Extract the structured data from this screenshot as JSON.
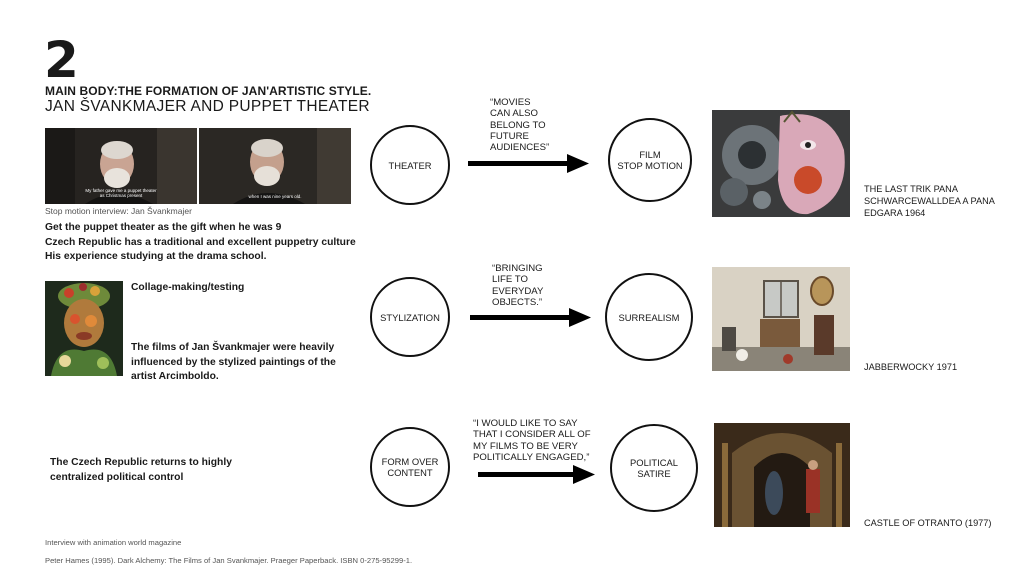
{
  "section_number": "2",
  "heading": "MAIN BODY:THE FORMATION OF JAN'ARTISTIC STYLE.",
  "subheading": "JAN ŠVANKMAJER AND PUPPET THEATER",
  "interview_caption": "Stop motion interview: Jan Švankmajer",
  "subtitle_left": "My father gave me a puppet theater as Christmas present",
  "subtitle_right": "when I was nine years old.",
  "facts": [
    "Get the puppet theater as the gift when he was 9",
    "Czech Republic has a traditional and excellent puppetry culture",
    "His experience studying at the drama school."
  ],
  "collage_label": "Collage-making/testing",
  "influence_text": "The films of Jan Švankmajer were heavily influenced by the stylized paintings of the artist Arcimboldo.",
  "political_text": "The Czech Republic returns to highly centralized political control",
  "rows": [
    {
      "from": "THEATER",
      "quote": "“MOVIES\nCAN ALSO\nBELONG TO\nFUTURE\nAUDIENCES”",
      "to": "FILM\nSTOP MOTION",
      "film": "THE LAST TRIK PANA\nSCHWARCEWALLDEA A PANA\nEDGARA 1964"
    },
    {
      "from": "STYLIZATION",
      "quote": "“BRINGING\nLIFE TO\nEVERYDAY\nOBJECTS.”",
      "to": "SURREALISM",
      "film": "JABBERWOCKY 1971"
    },
    {
      "from": "FORM OVER\nCONTENT",
      "quote": "“I WOULD LIKE TO SAY\nTHAT I CONSIDER ALL OF\nMY FILMS TO BE VERY\nPOLITICALLY ENGAGED,”",
      "to": "POLITICAL\nSATIRE",
      "film": "CASTLE OF OTRANTO (1977)"
    }
  ],
  "source_1": "Interview with animation world magazine",
  "source_2": "Peter Hames (1995). Dark Alchemy: The Films of Jan Svankmajer. Praeger Paperback. ISBN 0-275-95299-1."
}
